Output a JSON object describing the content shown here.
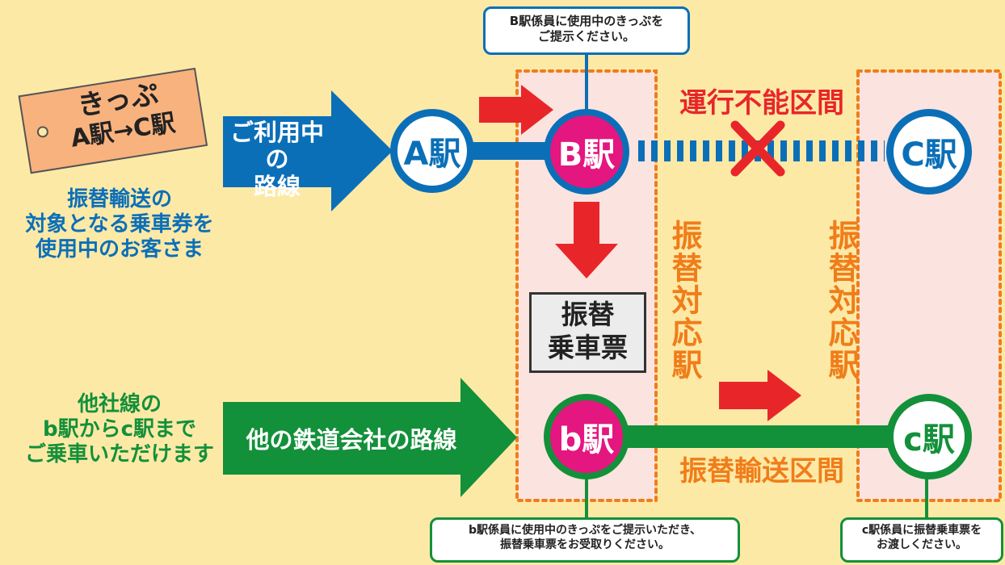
{
  "ticket": {
    "line1": "きっぷ",
    "line2": "A駅→C駅"
  },
  "captions": {
    "blue_group": [
      "振替輸送の",
      "対象となる乗車券を",
      "使用中のお客さま"
    ],
    "green_group": [
      "他社線の",
      "b駅からc駅まで",
      "ご乗車いただけます"
    ]
  },
  "arrows": {
    "current_line": [
      "ご利用中の",
      "路線"
    ],
    "other_line": "他の鉄道会社の路線"
  },
  "stations": {
    "A": "A駅",
    "B": "B駅",
    "C": "C駅",
    "b": "b駅",
    "c": "c駅"
  },
  "labels": {
    "suspended_section": "運行不能区間",
    "transfer_section": "振替輸送区間",
    "transfer_station": "振替対応駅",
    "transfer_ticket": [
      "振替",
      "乗車票"
    ]
  },
  "bubbles": {
    "top": [
      "B駅係員に使用中のきっぷを",
      "ご提示ください。"
    ],
    "bottom_b": [
      "b駅係員に使用中のきっぷをご提示いただき、",
      "振替乗車票をお受取りください。"
    ],
    "bottom_c": [
      "c駅係員に振替乗車票を",
      "お渡しください。"
    ]
  },
  "colors": {
    "background": "#fde9a6",
    "blue": "#0b6fb8",
    "green": "#13903a",
    "magenta": "#e4167f",
    "orange": "#f07d1a",
    "red": "#e8262a",
    "ticket": "#f8b27e"
  }
}
